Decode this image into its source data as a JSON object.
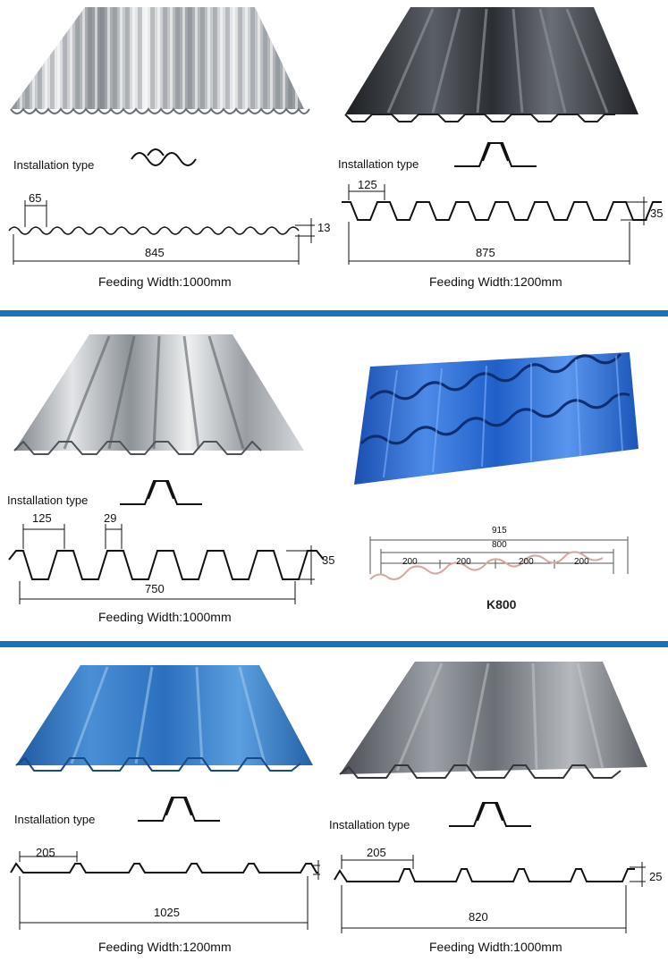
{
  "colors": {
    "divider": "#1a72b8",
    "steel_light": "#d8dbdf",
    "steel_dark": "#3a3d42",
    "blue_glazed": "#1f5fc7",
    "blue_trap": "#2a74c0",
    "line": "#111111"
  },
  "panels": [
    {
      "id": "p1",
      "installation_label": "Installation type",
      "dims": {
        "pitch": "65",
        "width": "845",
        "height": "13"
      },
      "feeding": "Feeding Width:1000mm"
    },
    {
      "id": "p2",
      "installation_label": "Installation type",
      "dims": {
        "pitch": "125",
        "width": "875",
        "height": "35"
      },
      "feeding": "Feeding Width:1200mm"
    },
    {
      "id": "p3",
      "installation_label": "Installation type",
      "dims": {
        "pitch": "125",
        "rib": "29",
        "width": "750",
        "height": "35"
      },
      "feeding": "Feeding Width:1000mm"
    },
    {
      "id": "p4",
      "dims": {
        "total": "915",
        "cover": "800",
        "s1": "200",
        "s2": "200",
        "s3": "200",
        "s4": "200"
      },
      "model": "K800"
    },
    {
      "id": "p5",
      "installation_label": "Installation type",
      "dims": {
        "pitch": "205",
        "width": "1025"
      },
      "feeding": "Feeding Width:1200mm"
    },
    {
      "id": "p6",
      "installation_label": "Installation type",
      "dims": {
        "pitch": "205",
        "width": "820",
        "height": "25"
      },
      "feeding": "Feeding Width:1000mm"
    }
  ]
}
